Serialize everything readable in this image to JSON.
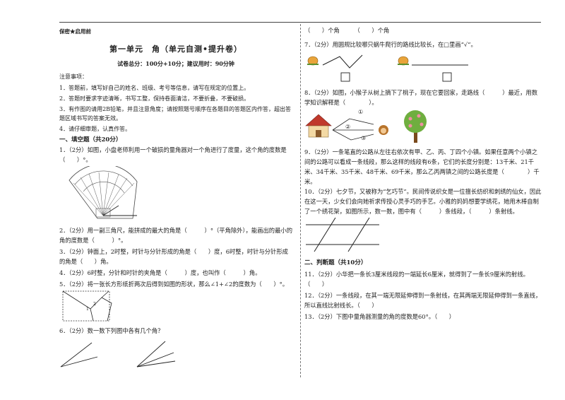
{
  "header": {
    "secret": "保密★启用前",
    "title": "第一单元　角（单元自测•提升卷）",
    "info": "试卷总分：100分+10分；建议用时：90分钟",
    "notice_title": "注意事项：",
    "notices": [
      "1．答题前，填写好自己的姓名、班级、考号等信息，请写在规定的位置上。",
      "2．答题时要求字迹清晰，书写工整，保持卷面清洁，不要折叠，不要破损。",
      "3．有作图的请用2B铅笔，并且注意角度；请按照题号顺序在各题目的答题区内作答，超出答题区域书写的答案无效。",
      "4．请仔细审题，认真作答。"
    ]
  },
  "section1": {
    "title": "一、填空题（共20分）"
  },
  "q1": "1．（2分）如图，小盘老师利用一个破损的量角器对一个角进行了度量，这个角的度数是（　　）°。",
  "q2": "2．（2分）用一副三角尺，能拼成的最大的角是（　　　）°（平角除外），能画出的最小的角的度数是（　　　）°。",
  "q3": "3．（2分）钟面上，2时整，时针与分针形成的角是（　　）度，6时整，时针与分针形成的角是（　　）角。",
  "q4": "4．（2分）6时整，分针和时针的夹角是（　　　）度，也叫作（　　　）角。",
  "q5": "5．（2分）将一张长方形纸折两次后得到如图的形状，那么∠1+∠2的度数为（　　）°。",
  "q5_labels": [
    "1",
    "2"
  ],
  "q6": "6．（2分）数一数下列图中各有几个角？",
  "q6_cont": "（　　）个角　　　（　　）个角",
  "q7": "7．（2分）用圆规比较哪只蜗牛爬行的路线比较长，在□里画“√”。",
  "q8": "8．（2分）如图，小猴子从树上摘下了桃子，现在它要回家，走路线（　　　）最近，用数学知识解释是（　　　　）。",
  "q8_routes": [
    "①",
    "②",
    "③"
  ],
  "q9": "9．（2分）一条笔直的公路从左往右依次有甲、乙、丙、丁四个小镇。如果任意两个小镇之间的公路可以看成一条线段，那么这样的线段有6条，它们的长度分别是：13千米、21千米、34千米、35千米、48千米、69千米，那么乙丙两镇之间的公路长度是（　　　　）千米。",
  "q10": "10．（2分）七夕节，又被称为“乞巧节”。民间传说织女是一位擅长纺织和刺绣的仙女，因此在这一天，少女们会向她祈求传授心灵手巧的手艺。小雅的妈妈想要学绣花，她用木棒自制了一个绣花架，如图所示，数一数，图中有（　　　）条线段，（　　　）条射线。",
  "section2": {
    "title": "二、判断题（共10分）"
  },
  "q11": "11．（2分）小华把一条长3厘米线段的一端延长6厘米，就得到了一条长9厘米的射线。（　　）",
  "q12": "12．（2分）一条线段，在其一端无限延伸得到一条射线，在其两端无限延伸得到一条直线，所以直线比射线长。（　　）",
  "q13": "13．（2分）下图中量角器测量的角的度数是60°。（　　）"
}
